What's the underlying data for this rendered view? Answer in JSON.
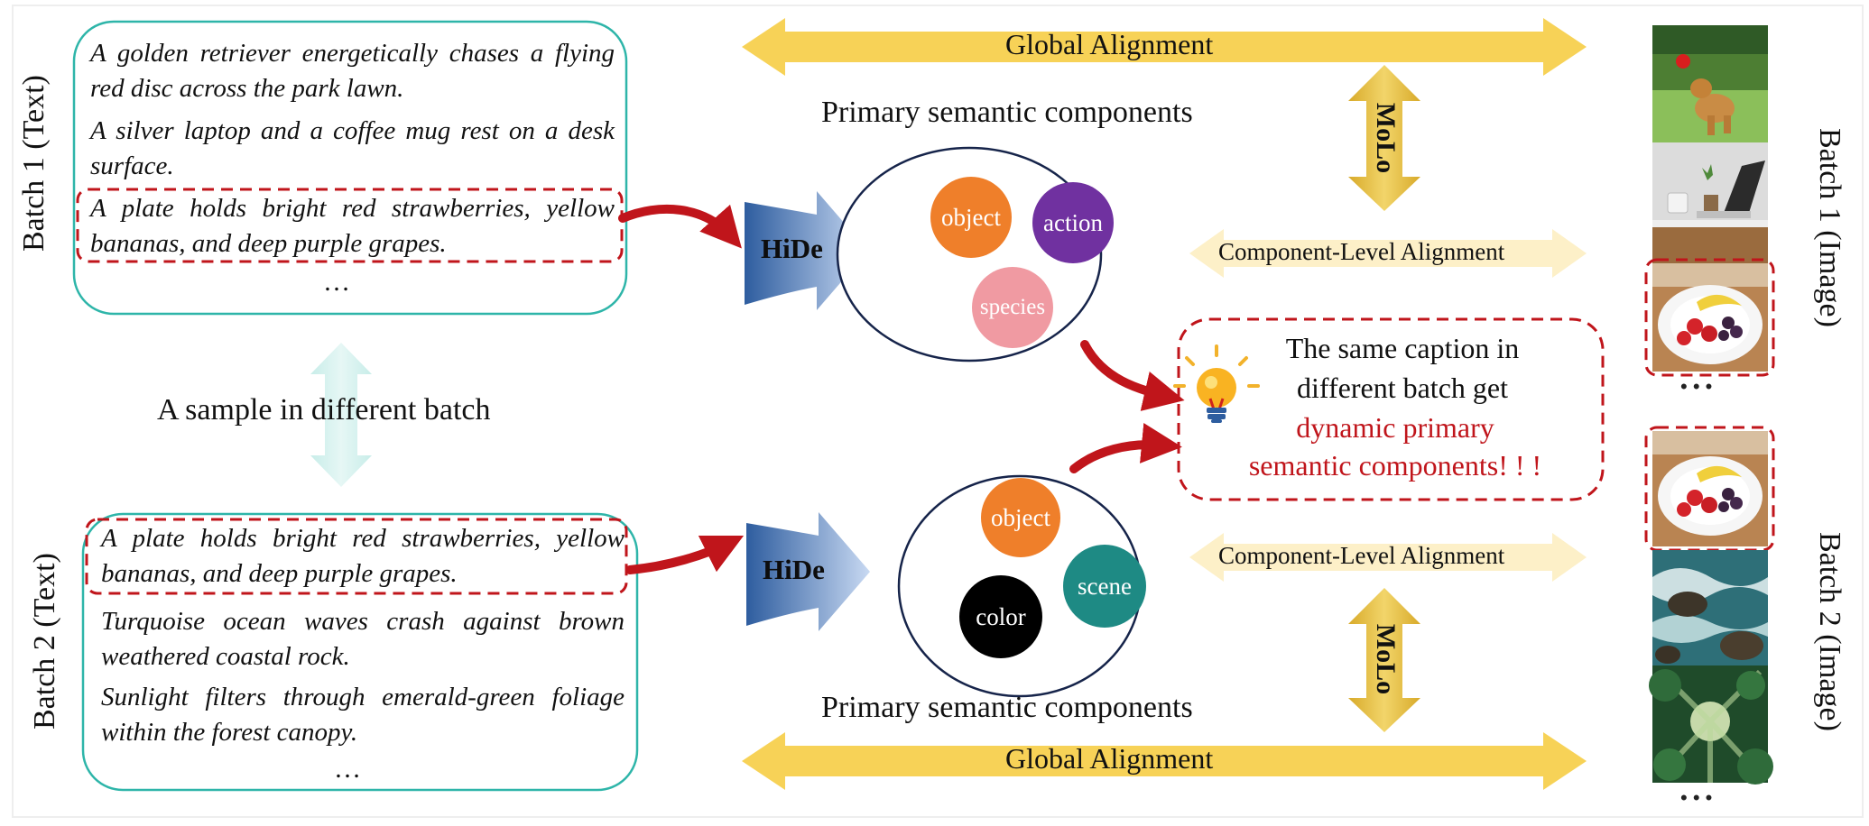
{
  "batch1_text": {
    "label": "Batch 1 (Text)",
    "captions": [
      "A golden retriever energetically chases a flying red disc across the park lawn.",
      "A silver laptop and a coffee mug rest on a desk surface.",
      "A plate holds bright red strawberries, yellow bananas, and deep purple grapes."
    ],
    "ellipsis": "…"
  },
  "batch2_text": {
    "label": "Batch 2 (Text)",
    "captions": [
      "A plate holds bright red strawberries, yellow bananas, and deep purple grapes.",
      "Turquoise ocean waves crash against brown weathered coastal rock.",
      "Sunlight filters through emerald-green foliage within the forest canopy."
    ],
    "ellipsis": "…"
  },
  "sample_label": "A sample in different batch",
  "hide_label": "HiDe",
  "primary_components_title": "Primary semantic components",
  "components_top": [
    "object",
    "action",
    "species"
  ],
  "components_bottom": [
    "object",
    "scene",
    "color"
  ],
  "component_colors": {
    "object": "#ef7f2a",
    "action": "#7031a0",
    "species": "#f09aa2",
    "scene": "#1e8a84",
    "color": "#000000"
  },
  "global_alignment_label": "Global Alignment",
  "component_alignment_label": "Component-Level Alignment",
  "molo_label": "MoLo",
  "insight": {
    "line1": "The same caption in",
    "line2": "different batch get",
    "highlight1": "dynamic primary",
    "highlight2": "semantic components! ! !"
  },
  "batch1_image_label": "Batch 1 (Image)",
  "batch2_image_label": "Batch 2 (Image)",
  "image_ellipsis": "• • •",
  "icons": [
    "lightbulb-icon",
    "double-arrow-icon",
    "curved-arrow-icon",
    "chevron-arrow-icon"
  ],
  "colors": {
    "box_border": "#2eb5a9",
    "highlight_dash": "#c0151b",
    "arrow_red": "#c0151b",
    "global_arrow": "#f7d257",
    "component_arrow": "#fdf0c8",
    "molo_arrow": "#e6be3c",
    "hide_dark": "#2e5d9f",
    "hide_light": "#c2d5f0",
    "sample_arrow": "#d3f1ef",
    "insight_text_red": "#c0151b"
  }
}
